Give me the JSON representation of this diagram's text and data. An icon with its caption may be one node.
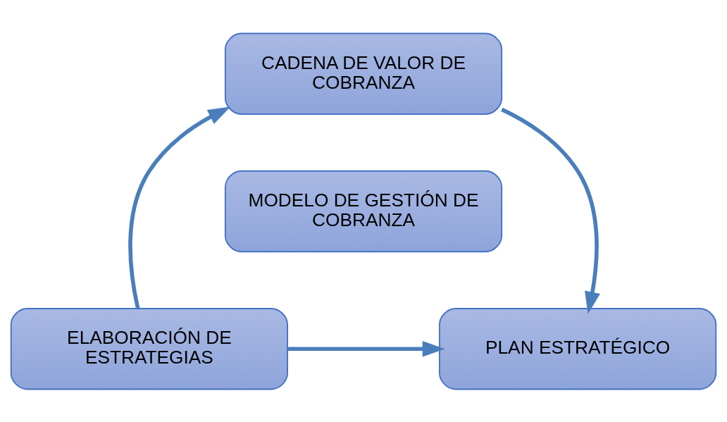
{
  "diagram": {
    "nodes": [
      {
        "text": [
          "CADENA DE VALOR DE COBRANZA"
        ]
      },
      {
        "text": [
          "MODELO DE GESTIÓN DE COBRANZA"
        ]
      },
      {
        "text": [
          "ELABORACIÓN DE ESTRATEGIAS"
        ]
      },
      {
        "text": [
          "PLAN ESTRATÉGICO"
        ]
      }
    ],
    "edges": [
      {
        "from": 0,
        "to": 3,
        "arrow": "to"
      },
      {
        "from": 2,
        "to": 3,
        "arrow": "to"
      },
      {
        "from": 2,
        "to": 0,
        "arrow": "to"
      }
    ]
  }
}
